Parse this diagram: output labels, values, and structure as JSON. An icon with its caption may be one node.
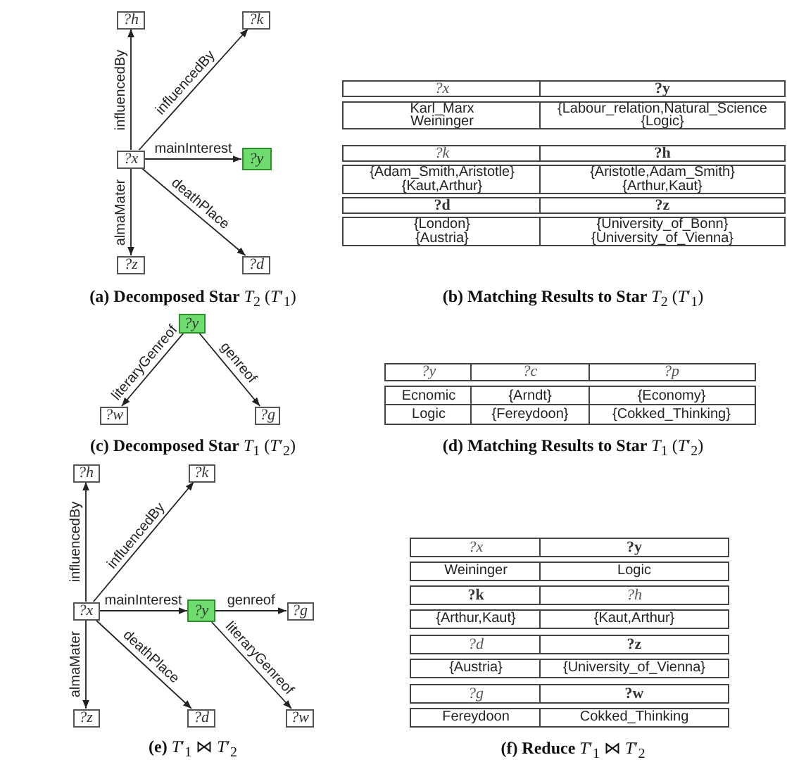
{
  "diagram": {
    "nodes": [
      {
        "text": [
          "?h"
        ]
      },
      {
        "text": [
          "?k"
        ]
      },
      {
        "text": [
          "?x"
        ]
      },
      {
        "text": [
          "?y"
        ]
      },
      {
        "text": [
          "?z"
        ]
      },
      {
        "text": [
          "?d"
        ]
      },
      {
        "text": [
          "?y"
        ]
      },
      {
        "text": [
          "?w"
        ]
      },
      {
        "text": [
          "?g"
        ]
      },
      {
        "text": [
          "?h"
        ]
      },
      {
        "text": [
          "?k"
        ]
      },
      {
        "text": [
          "?x"
        ]
      },
      {
        "text": [
          "?y"
        ]
      },
      {
        "text": [
          "?g"
        ]
      },
      {
        "text": [
          "?z"
        ]
      },
      {
        "text": [
          "?d"
        ]
      },
      {
        "text": [
          "?w"
        ]
      }
    ],
    "edges": [
      {
        "from": 2,
        "to": 0,
        "arrow": "to",
        "label": "influencedBy"
      },
      {
        "from": 2,
        "to": 1,
        "arrow": "to",
        "label": "influencedBy"
      },
      {
        "from": 2,
        "to": 3,
        "arrow": "to",
        "label": "mainInterest"
      },
      {
        "from": 2,
        "to": 5,
        "arrow": "to",
        "label": "deathPlace"
      },
      {
        "from": 2,
        "to": 4,
        "arrow": "to",
        "label": "almaMater"
      },
      {
        "from": 6,
        "to": 7,
        "arrow": "to",
        "label": "literaryGenreof"
      },
      {
        "from": 6,
        "to": 8,
        "arrow": "to",
        "label": "genreof"
      },
      {
        "from": 11,
        "to": 9,
        "arrow": "to",
        "label": "influencedBy"
      },
      {
        "from": 11,
        "to": 10,
        "arrow": "to",
        "label": "influencedBy"
      },
      {
        "from": 11,
        "to": 12,
        "arrow": "to",
        "label": "mainInterest"
      },
      {
        "from": 12,
        "to": 13,
        "arrow": "to",
        "label": "genreof"
      },
      {
        "from": 11,
        "to": 15,
        "arrow": "to",
        "label": "deathPlace"
      },
      {
        "from": 12,
        "to": 16,
        "arrow": "to",
        "label": "literaryGenreof"
      },
      {
        "from": 11,
        "to": 14,
        "arrow": "to",
        "label": "almaMater"
      }
    ],
    "labels": [
      "?x",
      "?y",
      "Karl_Marx",
      "{Labour_relation,Natural_Science",
      "Weininger",
      "{Logic}",
      "?k",
      "?h",
      "{Adam_Smith,Aristotle}",
      "{Aristotle,Adam_Smith}",
      "{Kaut,Arthur}",
      "{Arthur,Kaut}",
      "?d",
      "?z",
      "{London}",
      "{University_of_Bonn}",
      "{Austria}",
      "{University_of_Vienna}",
      "**(a) Decomposed Star** *T*$_{2}$ (*T*′$_{1}$)",
      "**(b) Matching Results to Star** *T*$_{2}$ (*T*′$_{1}$)",
      "?y",
      "?c",
      "?p",
      "Ecnomic",
      "{Arndt}",
      "{Economy}",
      "Logic",
      "{Fereydoon}",
      "{Cokked_Thinking}",
      "**(c) Decomposed Star** *T*$_{1}$ (*T*′$_{2}$)",
      "**(d) Matching Results to Star** *T*$_{1}$ (*T*′$_{2}$)",
      "?x",
      "?y",
      "Weininger",
      "Logic",
      "?k",
      "?h",
      "{Arthur,Kaut}",
      "{Kaut,Arthur}",
      "?d",
      "?z",
      "{Austria}",
      "{University_of_Vienna}",
      "?g",
      "?w",
      "Fereydoon",
      "Cokked_Thinking",
      "**(e)** *T*′$_{1}$ ⋈ *T*′$_{2}$",
      "**(f) Reduce** *T*′$_{1}$ ⋈ *T*′$_{2}$"
    ]
  }
}
